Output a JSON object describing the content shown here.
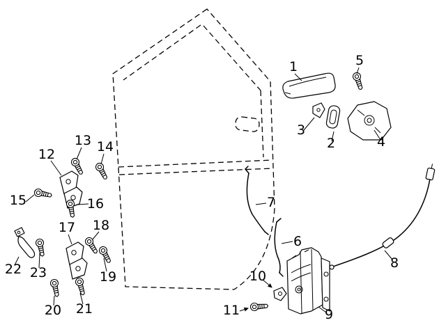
{
  "diagram": {
    "background_color": "#ffffff",
    "line_color": "#000000"
  },
  "callouts": [
    {
      "label": "1"
    },
    {
      "label": "2"
    },
    {
      "label": "3"
    },
    {
      "label": "4"
    },
    {
      "label": "5"
    },
    {
      "label": "6"
    },
    {
      "label": "7"
    },
    {
      "label": "8"
    },
    {
      "label": "9"
    },
    {
      "label": "10"
    },
    {
      "label": "11"
    },
    {
      "label": "12"
    },
    {
      "label": "13"
    },
    {
      "label": "14"
    },
    {
      "label": "15"
    },
    {
      "label": "16"
    },
    {
      "label": "17"
    },
    {
      "label": "18"
    },
    {
      "label": "19"
    },
    {
      "label": "20"
    },
    {
      "label": "21"
    },
    {
      "label": "22"
    },
    {
      "label": "23"
    }
  ]
}
